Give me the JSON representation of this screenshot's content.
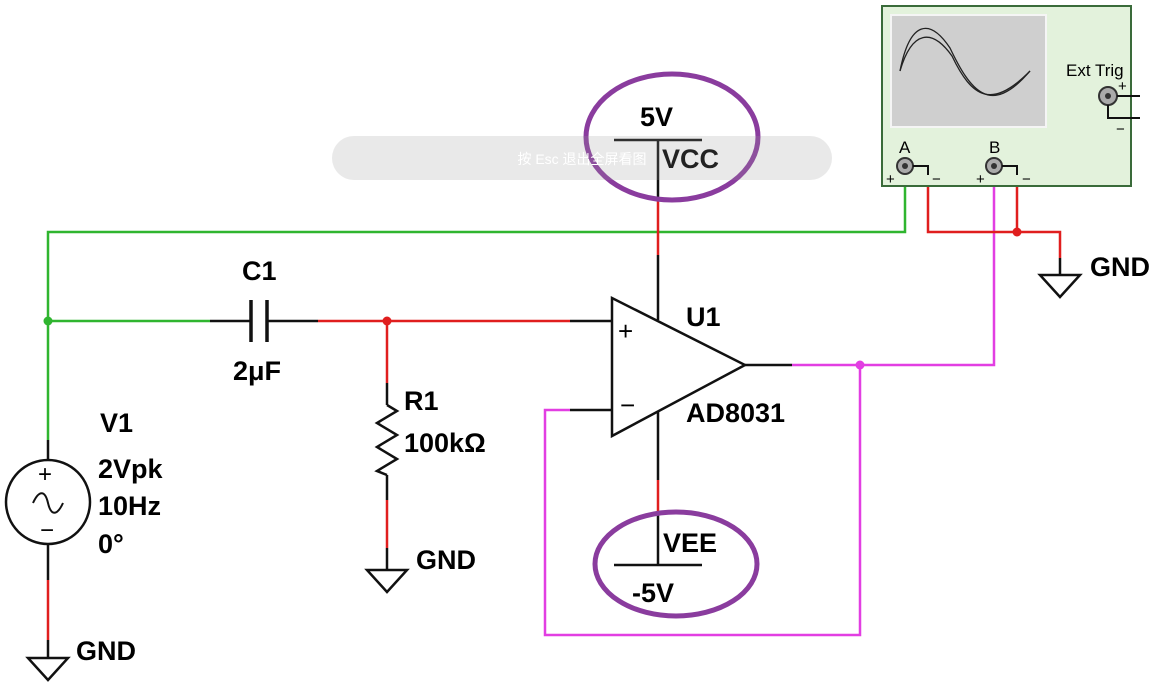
{
  "colors": {
    "wire_green": "#2fb52f",
    "wire_red": "#e01e1e",
    "wire_magenta": "#e23ee2",
    "wire_black": "#111111",
    "highlight_purple": "#8a3c9e",
    "scope_body": "#e3f2dc",
    "scope_border": "#3a6b3a",
    "scope_screen": "#cfcfcf"
  },
  "source": {
    "name": "V1",
    "amplitude": "2Vpk",
    "frequency": "10Hz",
    "phase": "0°",
    "plus": "+",
    "minus": "−"
  },
  "capacitor": {
    "name": "C1",
    "value": "2μF"
  },
  "resistor": {
    "name": "R1",
    "value": "100kΩ"
  },
  "opamp": {
    "name": "U1",
    "model": "AD8031",
    "plus": "+",
    "minus": "−"
  },
  "supply_pos": {
    "voltage": "5V",
    "net": "VCC"
  },
  "supply_neg": {
    "voltage": "-5V",
    "net": "VEE"
  },
  "grounds": {
    "label": "GND"
  },
  "scope": {
    "ext_trig": "Ext Trig",
    "channel_a": "A",
    "channel_b": "B",
    "plus": "+",
    "minus": "−"
  },
  "overlay": {
    "hint": "按 Esc 退出全屏看图"
  }
}
